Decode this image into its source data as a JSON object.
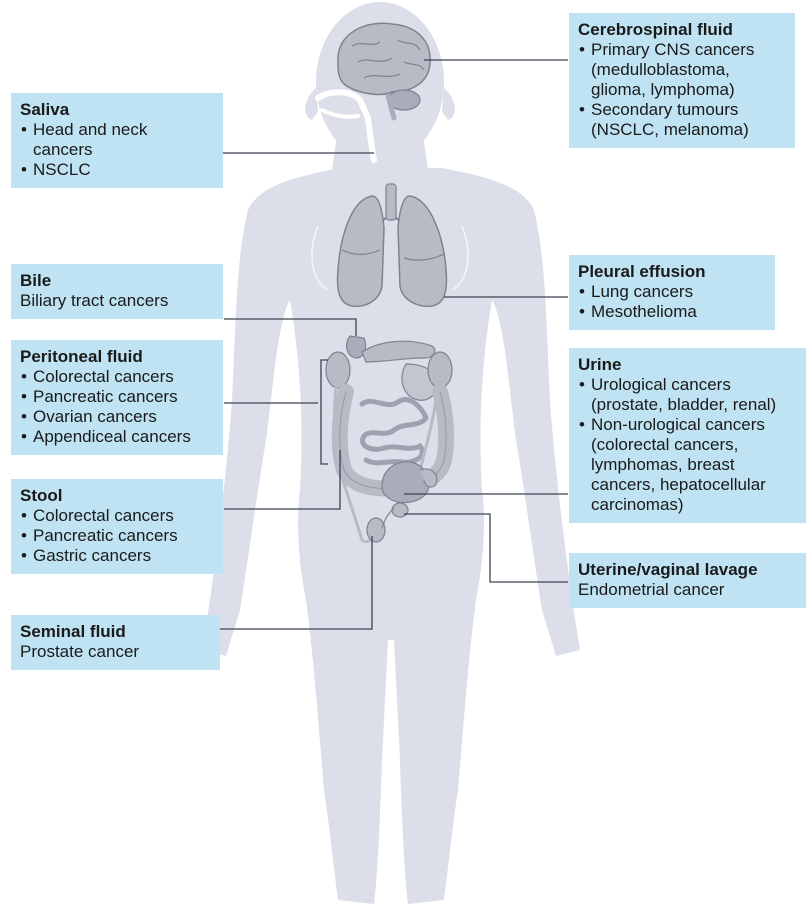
{
  "colors": {
    "label_background": "#bfe3f3",
    "body_silhouette": "#dcdfe9",
    "organ_fill": "#b8bac6",
    "organ_outline": "#80828f",
    "leader_line": "#3b4352"
  },
  "labels": {
    "csf": {
      "title": "Cerebrospinal fluid",
      "items": [
        "Primary CNS cancers (medulloblastoma, glioma, lymphoma)",
        "Secondary tumours (NSCLC, melanoma)"
      ]
    },
    "saliva": {
      "title": "Saliva",
      "items": [
        "Head and neck cancers",
        "NSCLC"
      ]
    },
    "pleural": {
      "title": "Pleural effusion",
      "items": [
        "Lung cancers",
        "Mesothelioma"
      ]
    },
    "bile": {
      "title": "Bile",
      "text": "Biliary tract cancers"
    },
    "peritoneal": {
      "title": "Peritoneal fluid",
      "items": [
        "Colorectal cancers",
        "Pancreatic cancers",
        "Ovarian cancers",
        "Appendiceal cancers"
      ]
    },
    "urine": {
      "title": "Urine",
      "items": [
        "Urological cancers (prostate, bladder, renal)",
        "Non-urological cancers (colorectal cancers, lymphomas, breast cancers, hepatocellular carcinomas)"
      ]
    },
    "stool": {
      "title": "Stool",
      "items": [
        "Colorectal cancers",
        "Pancreatic cancers",
        "Gastric cancers"
      ]
    },
    "uterine": {
      "title": "Uterine/vaginal lavage",
      "text": "Endometrial cancer"
    },
    "seminal": {
      "title": "Seminal fluid",
      "text": "Prostate cancer"
    }
  }
}
